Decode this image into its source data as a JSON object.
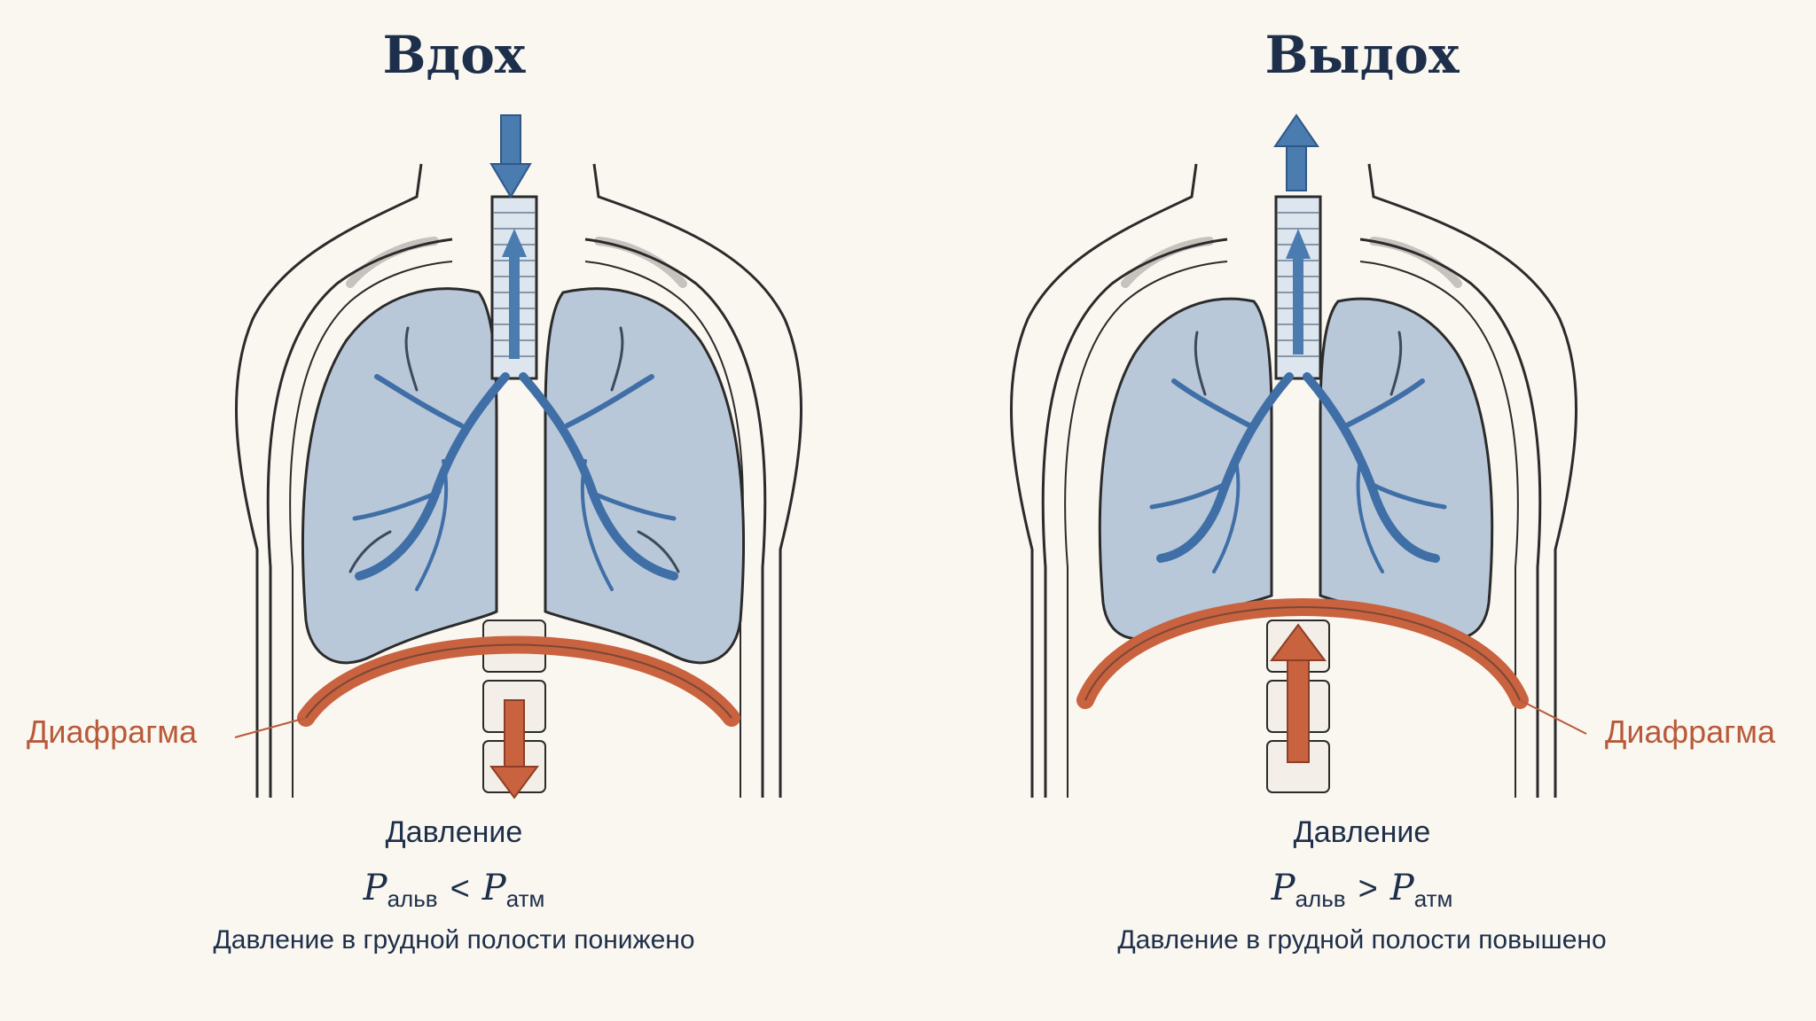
{
  "inhale": {
    "title": "Вдох",
    "diaphragm_label": "Диафрагма",
    "pressure_heading": "Давление",
    "formula": {
      "p": "P",
      "left_sub": "альв",
      "operator": "<",
      "right_sub": "атм"
    },
    "note": "Давление в грудной полости понижено"
  },
  "exhale": {
    "title": "Выдох",
    "diaphragm_label": "Диафрагма",
    "pressure_heading": "Давление",
    "formula": {
      "p": "P",
      "left_sub": "альв",
      "operator": ">",
      "right_sub": "атм"
    },
    "note": "Давление в грудной полости повышено"
  },
  "colors": {
    "background": "#faf6f0",
    "title_text": "#1d2f4a",
    "lung_fill": "#b9c8d9",
    "bronchi": "#3f6fa6",
    "air_arrow": "#4a7cb0",
    "diaphragm": "#c8623f",
    "diaphragm_label": "#b85a3a",
    "outline": "#2b2b2b"
  }
}
